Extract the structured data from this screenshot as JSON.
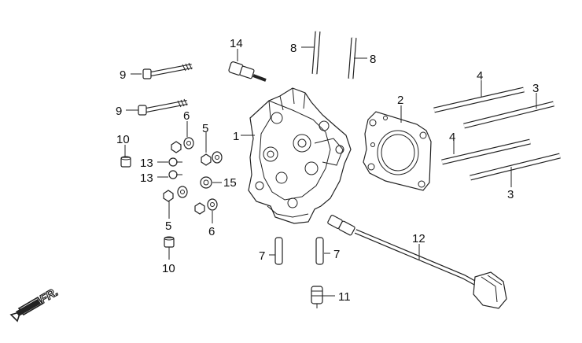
{
  "callouts": {
    "c1": "1",
    "c2": "2",
    "c3a": "3",
    "c3b": "3",
    "c4a": "4",
    "c4b": "4",
    "c5a": "5",
    "c5b": "5",
    "c6a": "6",
    "c6b": "6",
    "c7a": "7",
    "c7b": "7",
    "c8a": "8",
    "c8b": "8",
    "c9a": "9",
    "c9b": "9",
    "c10a": "10",
    "c10b": "10",
    "c11": "11",
    "c12": "12",
    "c13a": "13",
    "c13b": "13",
    "c14": "14",
    "c15": "15"
  },
  "direction_marker": {
    "label": "FR."
  },
  "colors": {
    "ink": "#222222",
    "background": "#ffffff"
  }
}
